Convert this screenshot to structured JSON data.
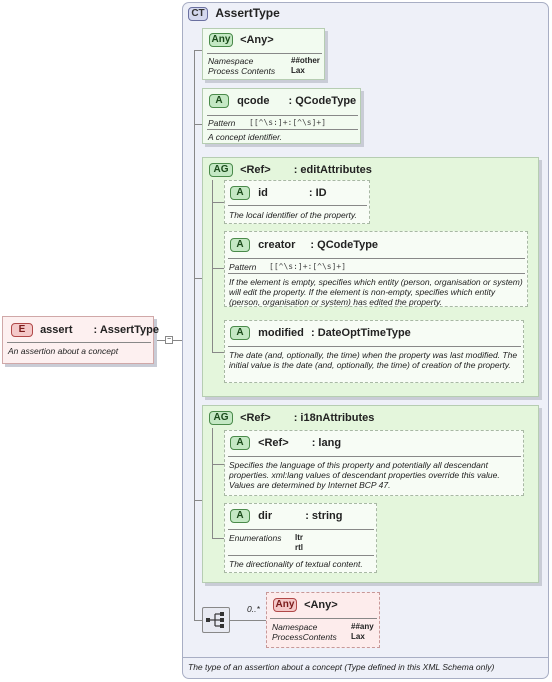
{
  "complex_type": {
    "badge": "CT",
    "name": "AssertType",
    "footer": "The type of an assertion about a concept (Type defined in this XML Schema only)"
  },
  "element": {
    "badge": "E",
    "name": "assert",
    "type": ": AssertType",
    "doc": "An assertion about a concept"
  },
  "any_attr": {
    "badge": "Any",
    "name": "<Any>",
    "rows": [
      {
        "label": "Namespace",
        "value": "##other"
      },
      {
        "label": "Process Contents",
        "value": "Lax"
      }
    ]
  },
  "qcode": {
    "badge": "A",
    "name": "qcode",
    "type": ": QCodeType",
    "pattern_label": "Pattern",
    "pattern": "[[^\\s:]+:[^\\s]+]",
    "doc": "A concept identifier."
  },
  "edit_group": {
    "badge": "AG",
    "ref": "<Ref>",
    "name": ": editAttributes",
    "id": {
      "badge": "A",
      "name": "id",
      "type": ": ID",
      "doc": "The local identifier of the property."
    },
    "creator": {
      "badge": "A",
      "name": "creator",
      "type": ": QCodeType",
      "pattern_label": "Pattern",
      "pattern": "[[^\\s:]+:[^\\s]+]",
      "doc": "If the element is empty, specifies which entity (person, organisation or system) will edit the property. If the element is non-empty, specifies which entity (person, organisation or system) has edited the property."
    },
    "modified": {
      "badge": "A",
      "name": "modified",
      "type": ": DateOptTimeType",
      "doc": "The date (and, optionally, the time) when the property was last modified. The initial value is the date (and, optionally, the time) of creation of the property."
    }
  },
  "i18n_group": {
    "badge": "AG",
    "ref": "<Ref>",
    "name": ": i18nAttributes",
    "lang": {
      "badge": "A",
      "ref": "<Ref>",
      "name": ": lang",
      "doc": "Specifies the language of this property and potentially all descendant properties. xml:lang values of descendant properties override this value. Values are determined by Internet BCP 47."
    },
    "dir": {
      "badge": "A",
      "name": "dir",
      "type": ": string",
      "enum_label": "Enumerations",
      "enums": [
        "ltr",
        "rtl"
      ],
      "doc": "The directionality of textual content."
    }
  },
  "sequence": {
    "occurs": "0..*"
  },
  "any_elem": {
    "badge": "Any",
    "name": "<Any>",
    "rows": [
      {
        "label": "Namespace",
        "value": "##any"
      },
      {
        "label": "ProcessContents",
        "value": "Lax"
      }
    ]
  }
}
